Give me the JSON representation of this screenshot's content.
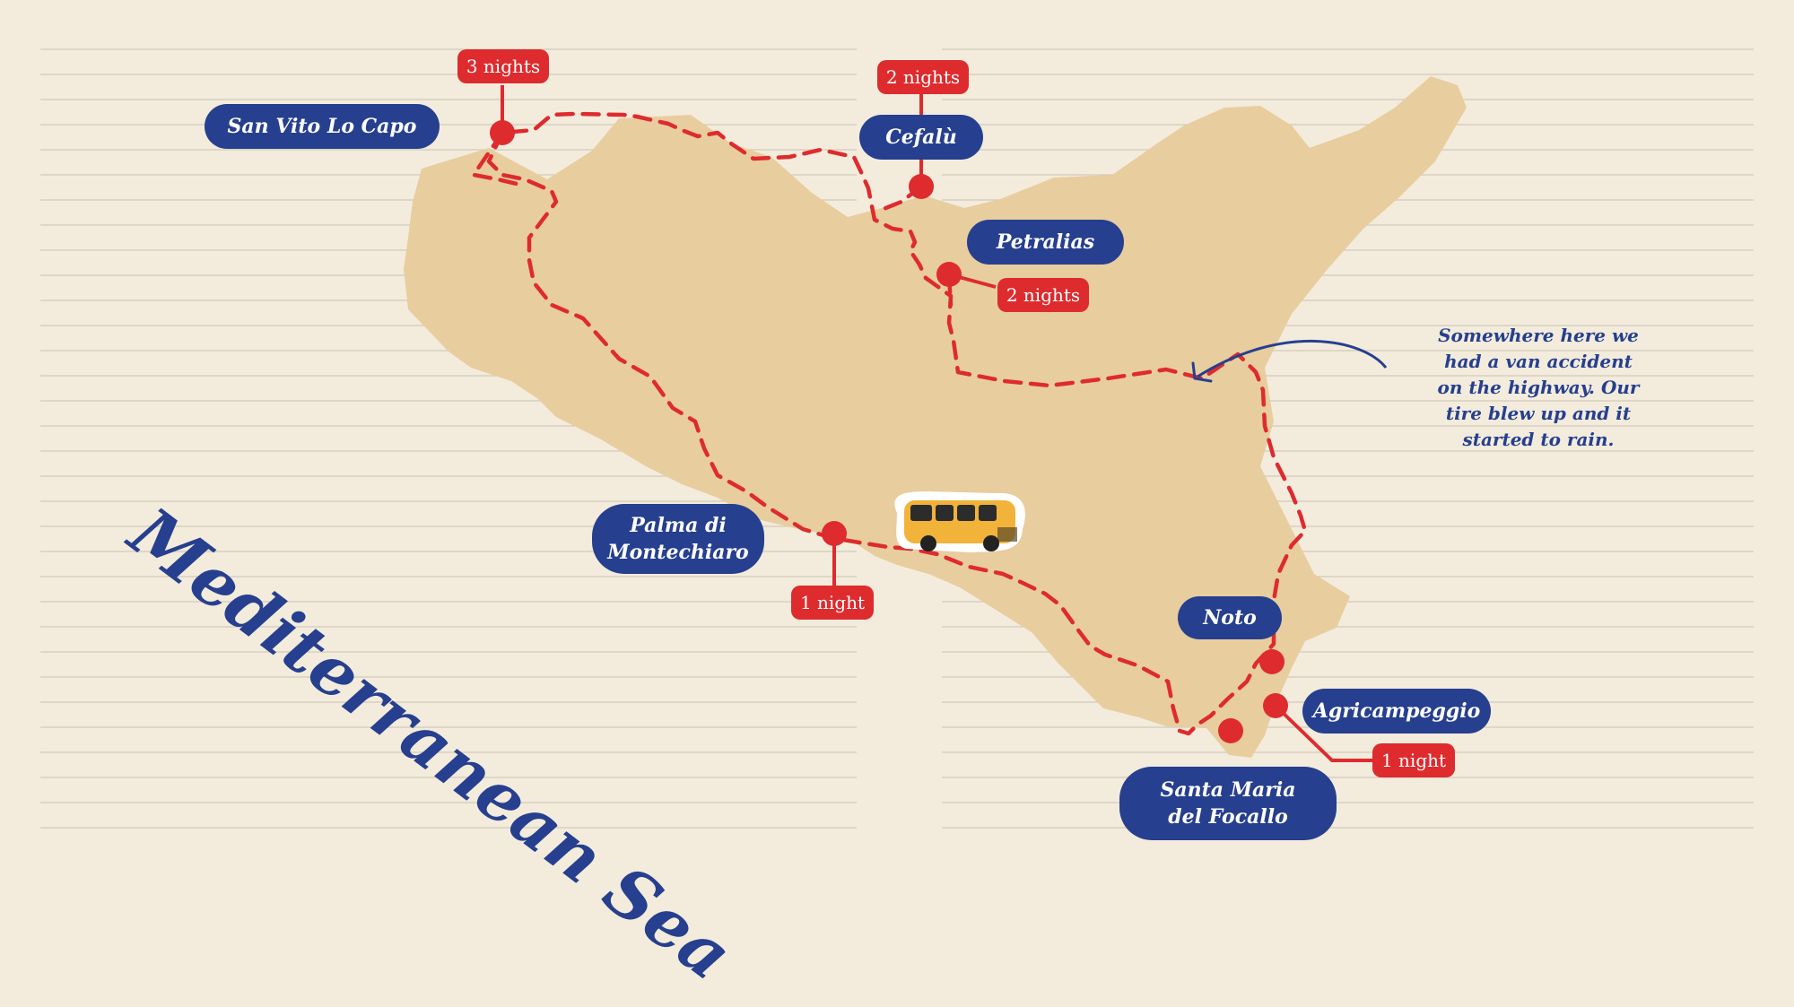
{
  "colors": {
    "paper": "#f3ecdd",
    "paper_line": "#d2cab9",
    "land": "#e8cd9f",
    "route": "#de2b2e",
    "label_blue": "#263f8e",
    "van": "#f2b33a"
  },
  "sea": {
    "label": "Mediterranean Sea"
  },
  "note": {
    "text": "Somewhere here we\nhad a van accident\non the highway. Our\ntire blew up and it\nstarted to rain."
  },
  "icons": {
    "van": "camper-van-icon",
    "arrow": "curved-arrow-icon"
  },
  "places": [
    {
      "name": "San Vito Lo Capo",
      "stay": "3 nights"
    },
    {
      "name": "Cefalù",
      "stay": "2 nights"
    },
    {
      "name": "Petralias",
      "stay": "2 nights"
    },
    {
      "name": "Palma di\nMontechiaro",
      "stay": "1 night"
    },
    {
      "name": "Noto",
      "stay": ""
    },
    {
      "name": "Agricampeggio",
      "stay": "1 night"
    },
    {
      "name": "Santa Maria\ndel Focallo",
      "stay": ""
    }
  ]
}
